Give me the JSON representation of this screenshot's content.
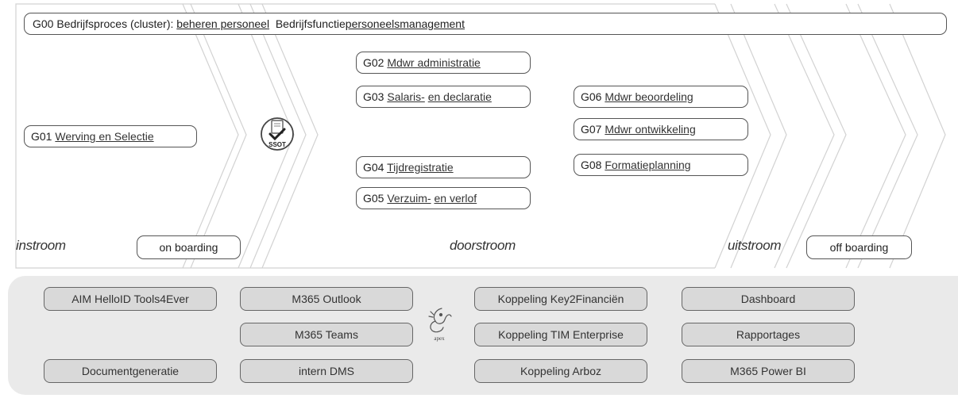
{
  "header": {
    "code": "G00",
    "cluster_label": "Bedrijfsproces (cluster):",
    "cluster_link": "beheren personeel",
    "function_label": "Bedrijfsfunctie",
    "function_link": "personeelsmanagement"
  },
  "processes": [
    {
      "code": "G01",
      "parts": [
        "Werving en Selectie"
      ]
    },
    {
      "code": "G02",
      "parts": [
        "Mdwr administratie"
      ]
    },
    {
      "code": "G03",
      "parts": [
        "Salaris-",
        "en declaratie"
      ]
    },
    {
      "code": "G04",
      "parts": [
        "Tijdregistratie"
      ]
    },
    {
      "code": "G05",
      "parts": [
        "Verzuim-",
        "en verlof"
      ]
    },
    {
      "code": "G06",
      "parts": [
        "Mdwr beoordeling"
      ]
    },
    {
      "code": "G07",
      "parts": [
        "Mdwr ontwikkeling"
      ]
    },
    {
      "code": "G08",
      "parts": [
        "Formatieplanning"
      ]
    }
  ],
  "phases": {
    "instroom": "instroom",
    "doorstroom": "doorstroom",
    "uitstroom": "uitstroom",
    "onboarding": "on boarding",
    "offboarding": "off boarding"
  },
  "logos": {
    "ssot_text": "SSOT",
    "apex_text": "apex"
  },
  "tools": [
    {
      "label": "AIM HelloID Tools4Ever"
    },
    {
      "label": "M365 Outlook"
    },
    {
      "label": "Koppeling Key2Financiën"
    },
    {
      "label": "Dashboard"
    },
    {
      "label": "M365 Teams"
    },
    {
      "label": "Koppeling TIM Enterprise"
    },
    {
      "label": "Rapportages"
    },
    {
      "label": "Documentgeneratie"
    },
    {
      "label": "intern DMS"
    },
    {
      "label": "Koppeling Arboz"
    },
    {
      "label": "M365 Power BI"
    }
  ],
  "colors": {
    "chevron_stroke": "#d6d6d6",
    "tool_panel": "#eaeaea",
    "tool_box": "#d9d9d9"
  }
}
